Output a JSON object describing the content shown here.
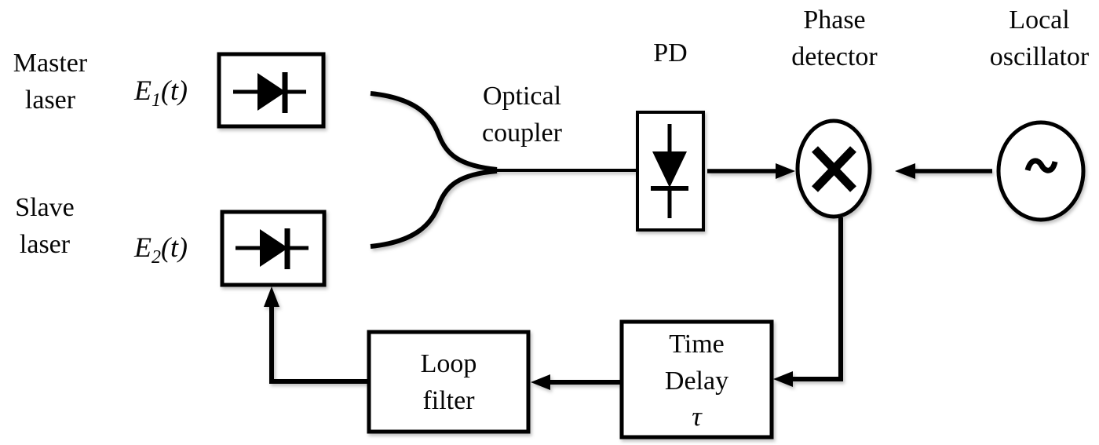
{
  "diagram": {
    "background_color": "#ffffff",
    "ink_color": "#000000",
    "nodes": {
      "master_laser": {
        "label": "Master\nlaser",
        "signal": {
          "base": "E",
          "sub": "1",
          "suffix": "(t)"
        },
        "icon": "laser-diode-icon"
      },
      "slave_laser": {
        "label": "Slave\nlaser",
        "signal": {
          "base": "E",
          "sub": "2",
          "suffix": "(t)"
        },
        "icon": "laser-diode-icon"
      },
      "optical_coupler": {
        "label": "Optical\ncoupler",
        "icon": "fiber-coupler-icon"
      },
      "photodetector": {
        "label": "PD",
        "icon": "photodiode-icon"
      },
      "phase_detector": {
        "label": "Phase\ndetector",
        "icon": "multiply-icon"
      },
      "local_oscillator": {
        "label": "Local\noscillator",
        "icon": "sine-tilde-icon"
      },
      "time_delay": {
        "label": "Time\nDelay",
        "symbol": "τ"
      },
      "loop_filter": {
        "label": "Loop\nfilter"
      }
    },
    "connections": [
      "master_laser -> optical_coupler",
      "slave_laser -> optical_coupler",
      "optical_coupler -> photodetector",
      "photodetector -> phase_detector",
      "local_oscillator -> phase_detector",
      "phase_detector -> time_delay",
      "time_delay -> loop_filter",
      "loop_filter -> slave_laser"
    ]
  }
}
